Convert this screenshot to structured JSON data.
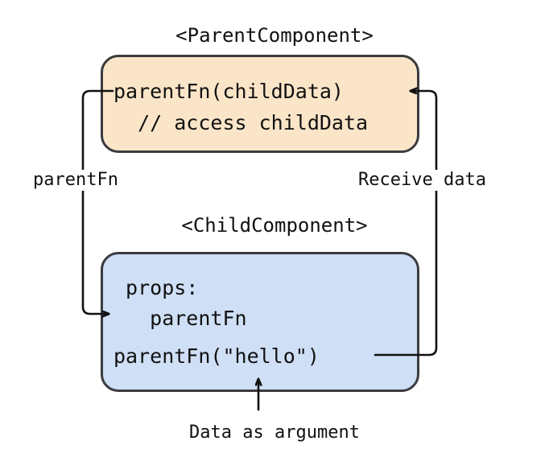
{
  "diagram": {
    "title_parent": "<ParentComponent>",
    "title_child": "<ChildComponent>",
    "parent_box": {
      "label": "parent-component-box",
      "fill": "#fbe5c8",
      "stroke": "#3b3b40",
      "lines": [
        "parentFn(childData)",
        "  // access childData"
      ]
    },
    "child_box": {
      "label": "child-component-box",
      "fill": "#cfdff5",
      "stroke": "#3b3b40",
      "lines": [
        " props:",
        "   parentFn",
        "parentFn(\"hello\")"
      ]
    },
    "edges": [
      {
        "id": "parent-to-child",
        "label": "parentFn",
        "direction": "parent-to-child",
        "arrow": "end"
      },
      {
        "id": "child-to-parent",
        "label": "Receive data",
        "direction": "child-to-parent",
        "arrow": "end"
      },
      {
        "id": "data-as-argument",
        "label": "Data as argument",
        "direction": "upward",
        "arrow": "end"
      }
    ],
    "colors": {
      "parent_fill": "#fbe5c8",
      "child_fill": "#cfdff5",
      "stroke": "#3b3b40",
      "line": "#111111",
      "text": "#111111",
      "background": "#ffffff"
    }
  }
}
